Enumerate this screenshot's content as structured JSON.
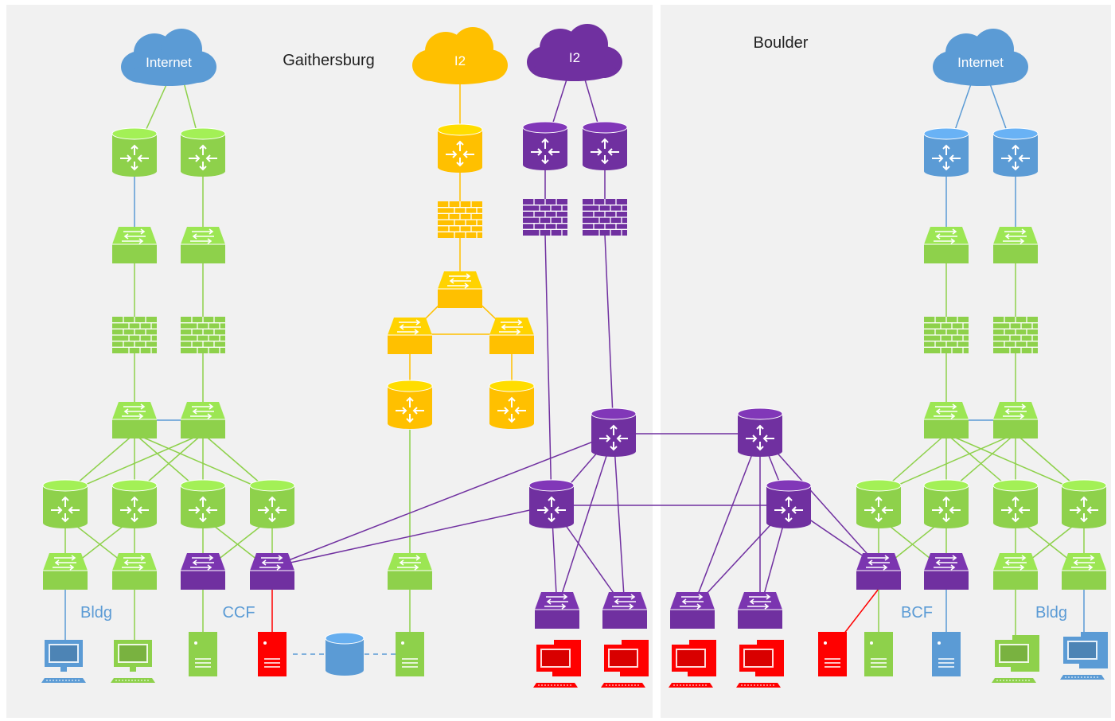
{
  "regions": {
    "gaithersburg": "Gaithersburg",
    "boulder": "Boulder"
  },
  "clouds": {
    "internet_left": "Internet",
    "i2_yellow": "I2",
    "i2_purple": "I2",
    "internet_right": "Internet"
  },
  "labels": {
    "bldg_left": "Bldg",
    "ccf": "CCF",
    "bcf": "BCF",
    "bldg_right": "Bldg"
  },
  "colors": {
    "green": "#8ed14b",
    "purple": "#7030a0",
    "yellow": "#ffc000",
    "blue": "#5b9bd5",
    "red": "#ff0000",
    "label_blue": "#5b9bd5",
    "background": "#f1f1f1"
  },
  "legend_icons": [
    "router-icon",
    "switch-icon",
    "firewall-icon",
    "cloud-icon",
    "server-icon",
    "workstation-icon",
    "database-icon"
  ]
}
